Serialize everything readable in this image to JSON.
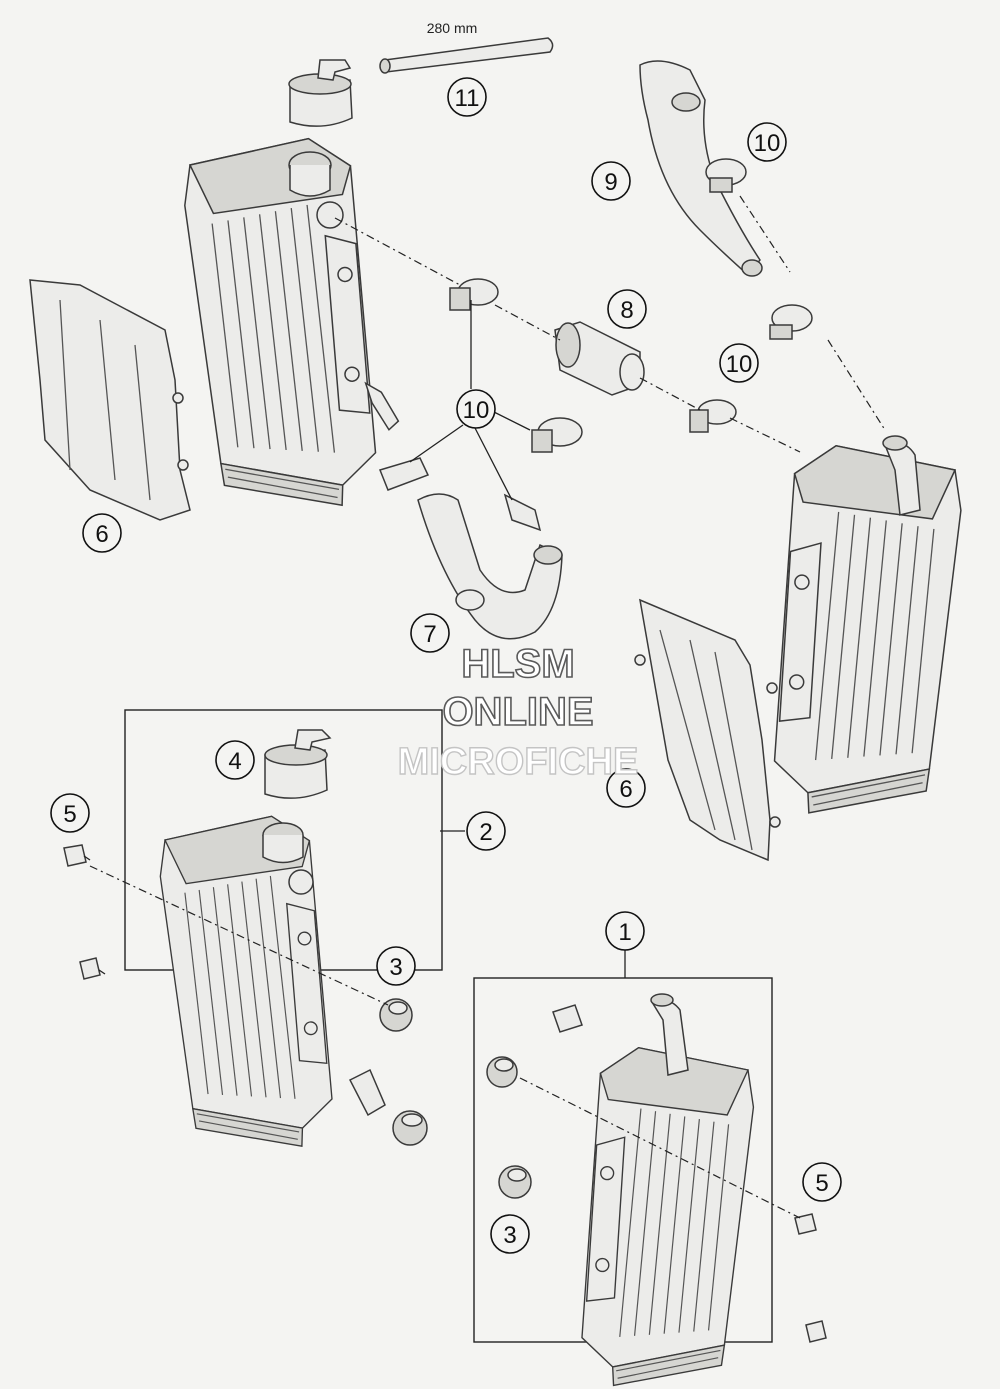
{
  "diagram": {
    "dimension_label": "280 mm",
    "watermark": {
      "line1": "HLSM",
      "line2": "ONLINE",
      "line3": "MICROFICHE"
    },
    "callouts": [
      {
        "id": "callout-11",
        "number": "11"
      },
      {
        "id": "callout-10-top",
        "number": "10"
      },
      {
        "id": "callout-9",
        "number": "9"
      },
      {
        "id": "callout-8",
        "number": "8"
      },
      {
        "id": "callout-10-right",
        "number": "10"
      },
      {
        "id": "callout-10-center",
        "number": "10"
      },
      {
        "id": "callout-6-left",
        "number": "6"
      },
      {
        "id": "callout-7",
        "number": "7"
      },
      {
        "id": "callout-6-right",
        "number": "6"
      },
      {
        "id": "callout-4",
        "number": "4"
      },
      {
        "id": "callout-5-left",
        "number": "5"
      },
      {
        "id": "callout-2",
        "number": "2"
      },
      {
        "id": "callout-3-left",
        "number": "3"
      },
      {
        "id": "callout-1",
        "number": "1"
      },
      {
        "id": "callout-5-right",
        "number": "5"
      },
      {
        "id": "callout-3-right",
        "number": "3"
      }
    ]
  }
}
